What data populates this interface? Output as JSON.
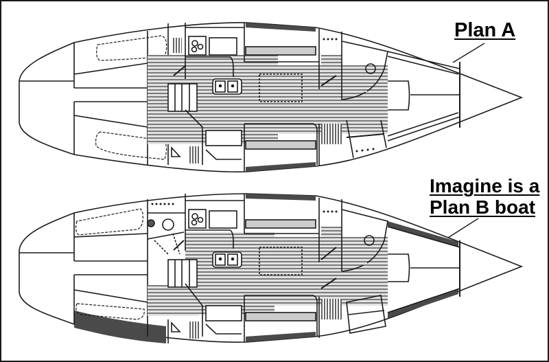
{
  "figure": {
    "description": "Two sailboat interior layout plans compared side by side (top and bottom), bow pointing right",
    "colors": {
      "line": "#1a1a1a",
      "sole_stripe": "#7a7a7a",
      "sole_fill": "#d4d4d4",
      "dark_hull": "#4a4a4a",
      "background": "#ffffff",
      "frame": "#1a1a1a"
    }
  },
  "labels": {
    "plan_a": "Plan A",
    "plan_b_line1": "Imagine is a",
    "plan_b_line2": "Plan B boat"
  },
  "plans": [
    {
      "id": "plan-a",
      "label": "Plan A",
      "features": [
        "aft cabins port & starboard",
        "galley with stove and double sink",
        "companionway stairs",
        "saloon with settees",
        "head forward",
        "V-berth forward",
        "chain locker at bow"
      ]
    },
    {
      "id": "plan-b",
      "label": "Imagine is a Plan B boat",
      "features": [
        "aft head compartment",
        "aft cabins",
        "galley with stove and double sink",
        "companionway stairs",
        "saloon with settees",
        "forward head",
        "V-berth forward",
        "chain locker at bow"
      ]
    }
  ]
}
